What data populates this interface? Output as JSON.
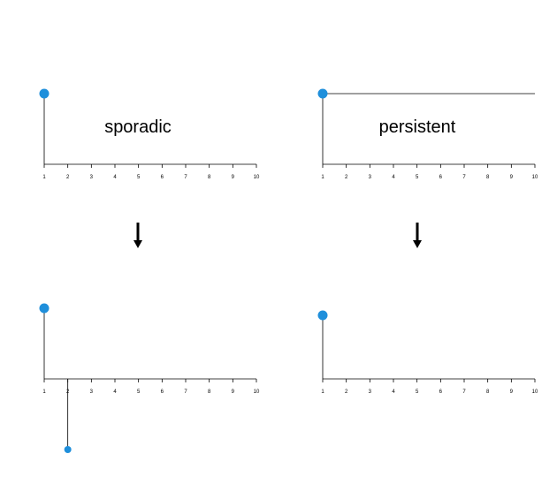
{
  "accent_color": "#1f8fdb",
  "chart_data": [
    {
      "type": "line",
      "name": "top-left",
      "annotation": "sporadic",
      "ticks": [
        1,
        2,
        3,
        4,
        5,
        6,
        7,
        8,
        9,
        10
      ],
      "xlim": [
        1,
        10
      ],
      "series": [
        {
          "x": [
            1
          ],
          "y": [
            1
          ]
        }
      ]
    },
    {
      "type": "line",
      "name": "top-right",
      "annotation": "persistent",
      "ticks": [
        1,
        2,
        3,
        4,
        5,
        6,
        7,
        8,
        9,
        10
      ],
      "xlim": [
        1,
        10
      ],
      "series": [
        {
          "x": [
            1,
            10
          ],
          "y": [
            1,
            1
          ]
        }
      ]
    },
    {
      "type": "line",
      "name": "bottom-left",
      "annotation": "",
      "ticks": [
        1,
        2,
        3,
        4,
        5,
        6,
        7,
        8,
        9,
        10
      ],
      "xlim": [
        1,
        10
      ],
      "series": [
        {
          "x": [
            1
          ],
          "y": [
            1
          ]
        },
        {
          "x": [
            2
          ],
          "y": [
            -1
          ]
        }
      ]
    },
    {
      "type": "line",
      "name": "bottom-right",
      "annotation": "",
      "ticks": [
        1,
        2,
        3,
        4,
        5,
        6,
        7,
        8,
        9,
        10
      ],
      "xlim": [
        1,
        10
      ],
      "series": [
        {
          "x": [
            1
          ],
          "y": [
            1
          ]
        }
      ]
    }
  ]
}
